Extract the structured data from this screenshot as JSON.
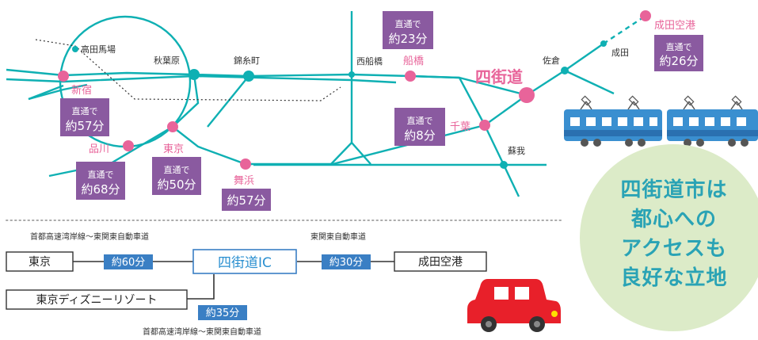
{
  "stations": {
    "takadanobaba": "高田馬場",
    "akihabara": "秋葉原",
    "kinshicho": "錦糸町",
    "nishifunabashi": "西船橋",
    "sakura": "佐倉",
    "narita": "成田",
    "soga": "蘇我",
    "shinjuku": "新宿",
    "shinagawa": "品川",
    "tokyo": "東京",
    "maihama": "舞浜",
    "funabashi": "船橋",
    "chiba": "千葉",
    "narita_airport": "成田空港",
    "yotsukaido": "四街道"
  },
  "boxes": {
    "shinjuku": {
      "line1": "直通で",
      "line2": "約57分"
    },
    "shinagawa": {
      "line1": "直通で",
      "line2": "約68分"
    },
    "tokyo": {
      "line1": "直通で",
      "line2": "約50分"
    },
    "maihama": {
      "line1": "約57分"
    },
    "funabashi": {
      "line1": "直通で",
      "line2": "約23分"
    },
    "chiba": {
      "line1": "直通で",
      "line2": "約8分"
    },
    "narita_airport": {
      "line1": "直通で",
      "line2": "約26分"
    }
  },
  "road": {
    "route_top_left": "首都高速湾岸線～東関東自動車道",
    "route_top_right": "東関東自動車道",
    "route_bottom": "首都高速湾岸線～東関東自動車道",
    "tokyo": "東京",
    "tokyo_time": "約60分",
    "yotsukaido_ic": "四街道IC",
    "narita_time": "約30分",
    "narita_airport": "成田空港",
    "disney": "東京ディズニーリゾート",
    "disney_time": "約35分"
  },
  "message": {
    "line1": "四街道市は",
    "line2": "都心への",
    "line3": "アクセスも",
    "line4": "良好な立地"
  },
  "colors": {
    "rail": "#0fb0b3",
    "station_pink": "#e8649a",
    "box_purple": "#8a5aa0",
    "road_blue": "#3a7fc4",
    "circle_green": "#dcebc8",
    "train_blue": "#3a8fd0",
    "car_red": "#e8202a"
  }
}
